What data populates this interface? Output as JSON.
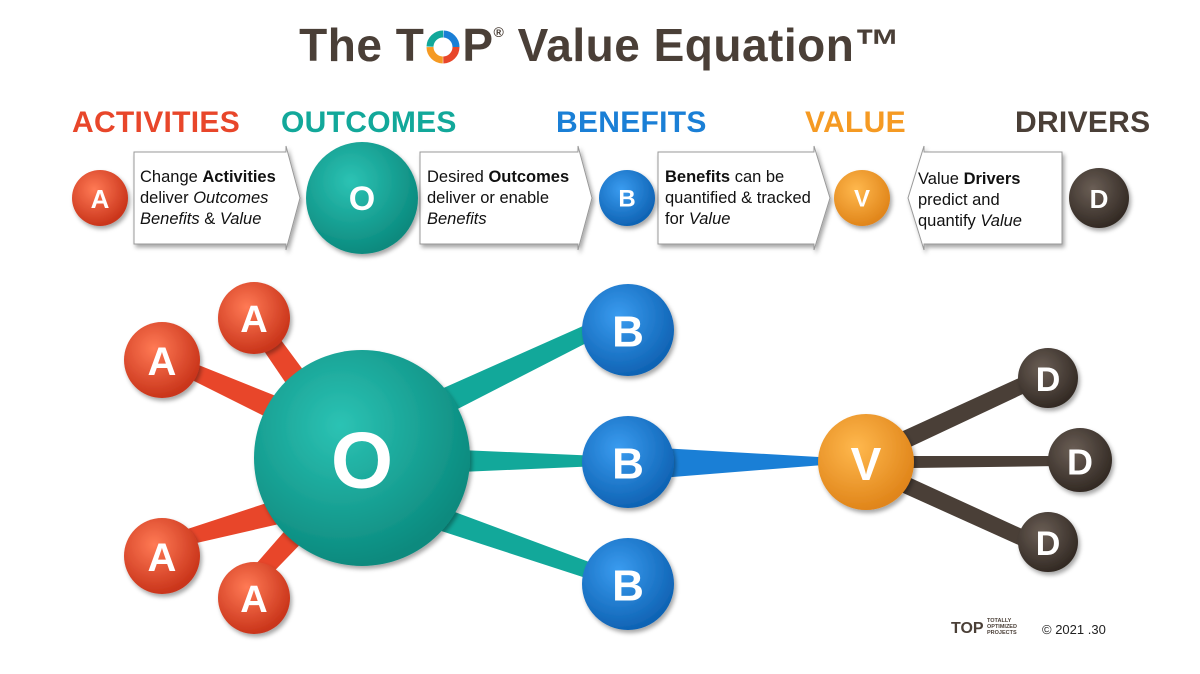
{
  "title": {
    "prefix": "The T",
    "logo_letter": "O",
    "after_logo": "P",
    "registered": "®",
    "suffix": " Value Equation™"
  },
  "categories": [
    {
      "label": "ACTIVITIES",
      "color": "#e8462a"
    },
    {
      "label": "OUTCOMES",
      "color": "#12a89a"
    },
    {
      "label": "BENEFITS",
      "color": "#1a7fd6"
    },
    {
      "label": "VALUE",
      "color": "#f59a23"
    },
    {
      "label": "DRIVERS",
      "color": "#4a3f37"
    }
  ],
  "top_circles": {
    "a": "A",
    "o": "O",
    "b": "B",
    "v": "V",
    "d": "D"
  },
  "callouts": {
    "activities": {
      "l1a": "Change ",
      "l1b": "Activities",
      "l2a": "deliver ",
      "l2b": "Outcomes",
      "l3a": "Benefits",
      "l3b": " & ",
      "l3c": "Value"
    },
    "outcomes": {
      "l1a": "Desired ",
      "l1b": "Outcomes",
      "l2": "deliver or enable",
      "l3": "Benefits"
    },
    "benefits": {
      "l1a": "Benefits",
      "l1b": " can be",
      "l2": "quantified & tracked",
      "l3a": "for ",
      "l3b": "Value"
    },
    "drivers": {
      "l1a": "Value ",
      "l1b": "Drivers",
      "l2": "predict and",
      "l3a": "quantify ",
      "l3b": "Value"
    }
  },
  "network": {
    "activities": [
      "A",
      "A",
      "A",
      "A"
    ],
    "outcome": "O",
    "benefits": [
      "B",
      "B",
      "B"
    ],
    "value": "V",
    "drivers": [
      "D",
      "D",
      "D"
    ]
  },
  "colors": {
    "activity": "#e8462a",
    "outcome": "#12a89a",
    "benefit": "#1a7fd6",
    "value": "#f59a23",
    "driver": "#4a3f37"
  },
  "footer": {
    "logo_text": "TOP",
    "logo_sub1": "TOTALLY",
    "logo_sub2": "OPTIMIZED",
    "logo_sub3": "PROJECTS",
    "copyright": "© 2021 .30"
  }
}
